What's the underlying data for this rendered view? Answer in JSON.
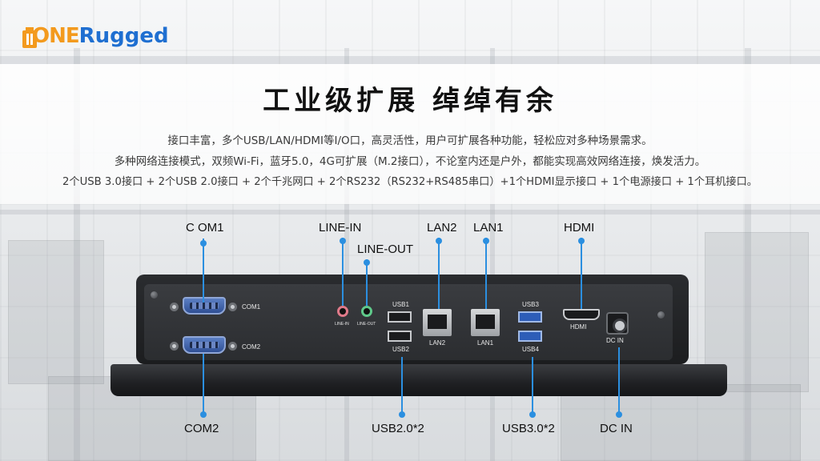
{
  "brand": {
    "logo_one": "ONE",
    "logo_rugged": "Rugged"
  },
  "title": "工业级扩展  绰绰有余",
  "description": [
    "接口丰富，多个USB/LAN/HDMI等I/O口，高灵活性，用户可扩展各种功能，轻松应对多种场景需求。",
    "多种网络连接模式，双频Wi-Fi，蓝牙5.0，4G可扩展（M.2接口），不论室内还是户外，都能实现高效网络连接，焕发活力。",
    "2个USB 3.0接口 + 2个USB 2.0接口 + 2个千兆网口 + 2个RS232（RS232+RS485串口）+1个HDMI显示接口 + 1个电源接口 + 1个耳机接口。"
  ],
  "callouts_top": {
    "com1": "C OM1",
    "line_in": "LINE-IN",
    "line_out": "LINE-OUT",
    "lan2": "LAN2",
    "lan1": "LAN1",
    "hdmi": "HDMI"
  },
  "callouts_bottom": {
    "com2": "COM2",
    "usb20": "USB2.0*2",
    "usb30": "USB3.0*2",
    "dc_in": "DC IN"
  },
  "port_labels": {
    "com1": "COM1",
    "com2": "COM2",
    "line_in": "LINE-IN",
    "line_out": "LINE-OUT",
    "usb1": "USB1",
    "usb2": "USB2",
    "lan2": "LAN2",
    "lan1": "LAN1",
    "usb3": "USB3",
    "usb4": "USB4",
    "hdmi": "HDMI",
    "dc_in": "DC IN"
  },
  "colors": {
    "accent_blue": "#2b8fe0",
    "logo_orange": "#f39a1e",
    "logo_blue": "#1f6fd1",
    "line_in_jack": "#e07a8a",
    "line_out_jack": "#5fc98a"
  }
}
